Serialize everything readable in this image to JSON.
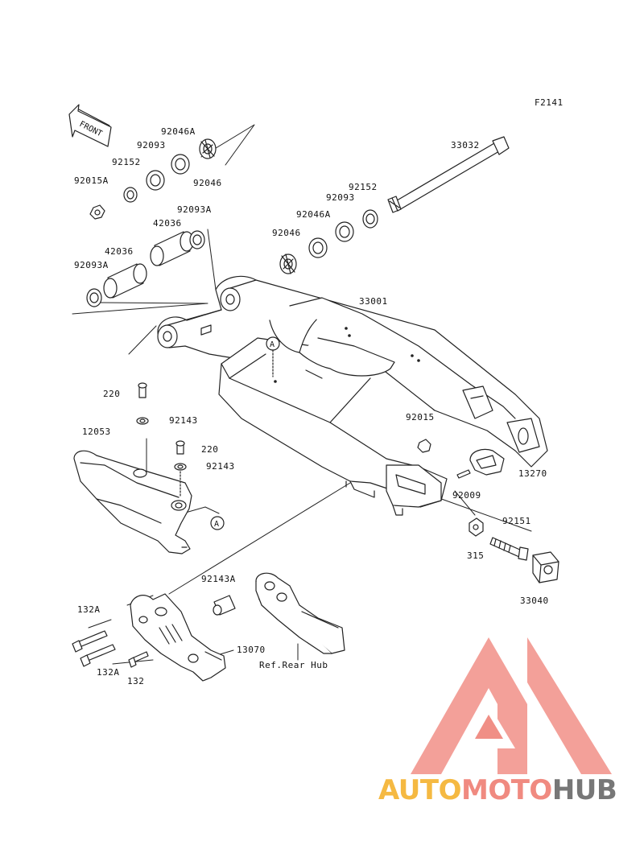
{
  "figure_code": "F2141",
  "front_label": "FRONT",
  "ref_label": "Ref.Rear Hub",
  "circle_marker": "A",
  "callouts": {
    "p92046A_top": "92046A",
    "p92093_top": "92093",
    "p92152_top": "92152",
    "p92015A": "92015A",
    "p92046_top": "92046",
    "p33032": "33032",
    "p92152_right": "92152",
    "p92093_right": "92093",
    "p92046A_right": "92046A",
    "p92093A_top": "92093A",
    "p42036_top": "42036",
    "p42036_left": "42036",
    "p92093A_left": "92093A",
    "p92046_right": "92046",
    "p33001": "33001",
    "p220_top": "220",
    "p92143_top": "92143",
    "p12053": "12053",
    "p220_mid": "220",
    "p92143_mid": "92143",
    "p92015": "92015",
    "p13270": "13270",
    "p92009": "92009",
    "p92151": "92151",
    "p315": "315",
    "p33040": "33040",
    "p92143A": "92143A",
    "p132A_top": "132A",
    "p13070": "13070",
    "p132A_bottom": "132A",
    "p132": "132"
  },
  "watermark": {
    "word_auto": "AUTO",
    "word_moto": "MOTO",
    "word_hub": "HUB",
    "color_auto": "#f5b942",
    "color_moto": "#f08a80",
    "color_hub": "#777777",
    "logo_color": "#f08a80"
  }
}
